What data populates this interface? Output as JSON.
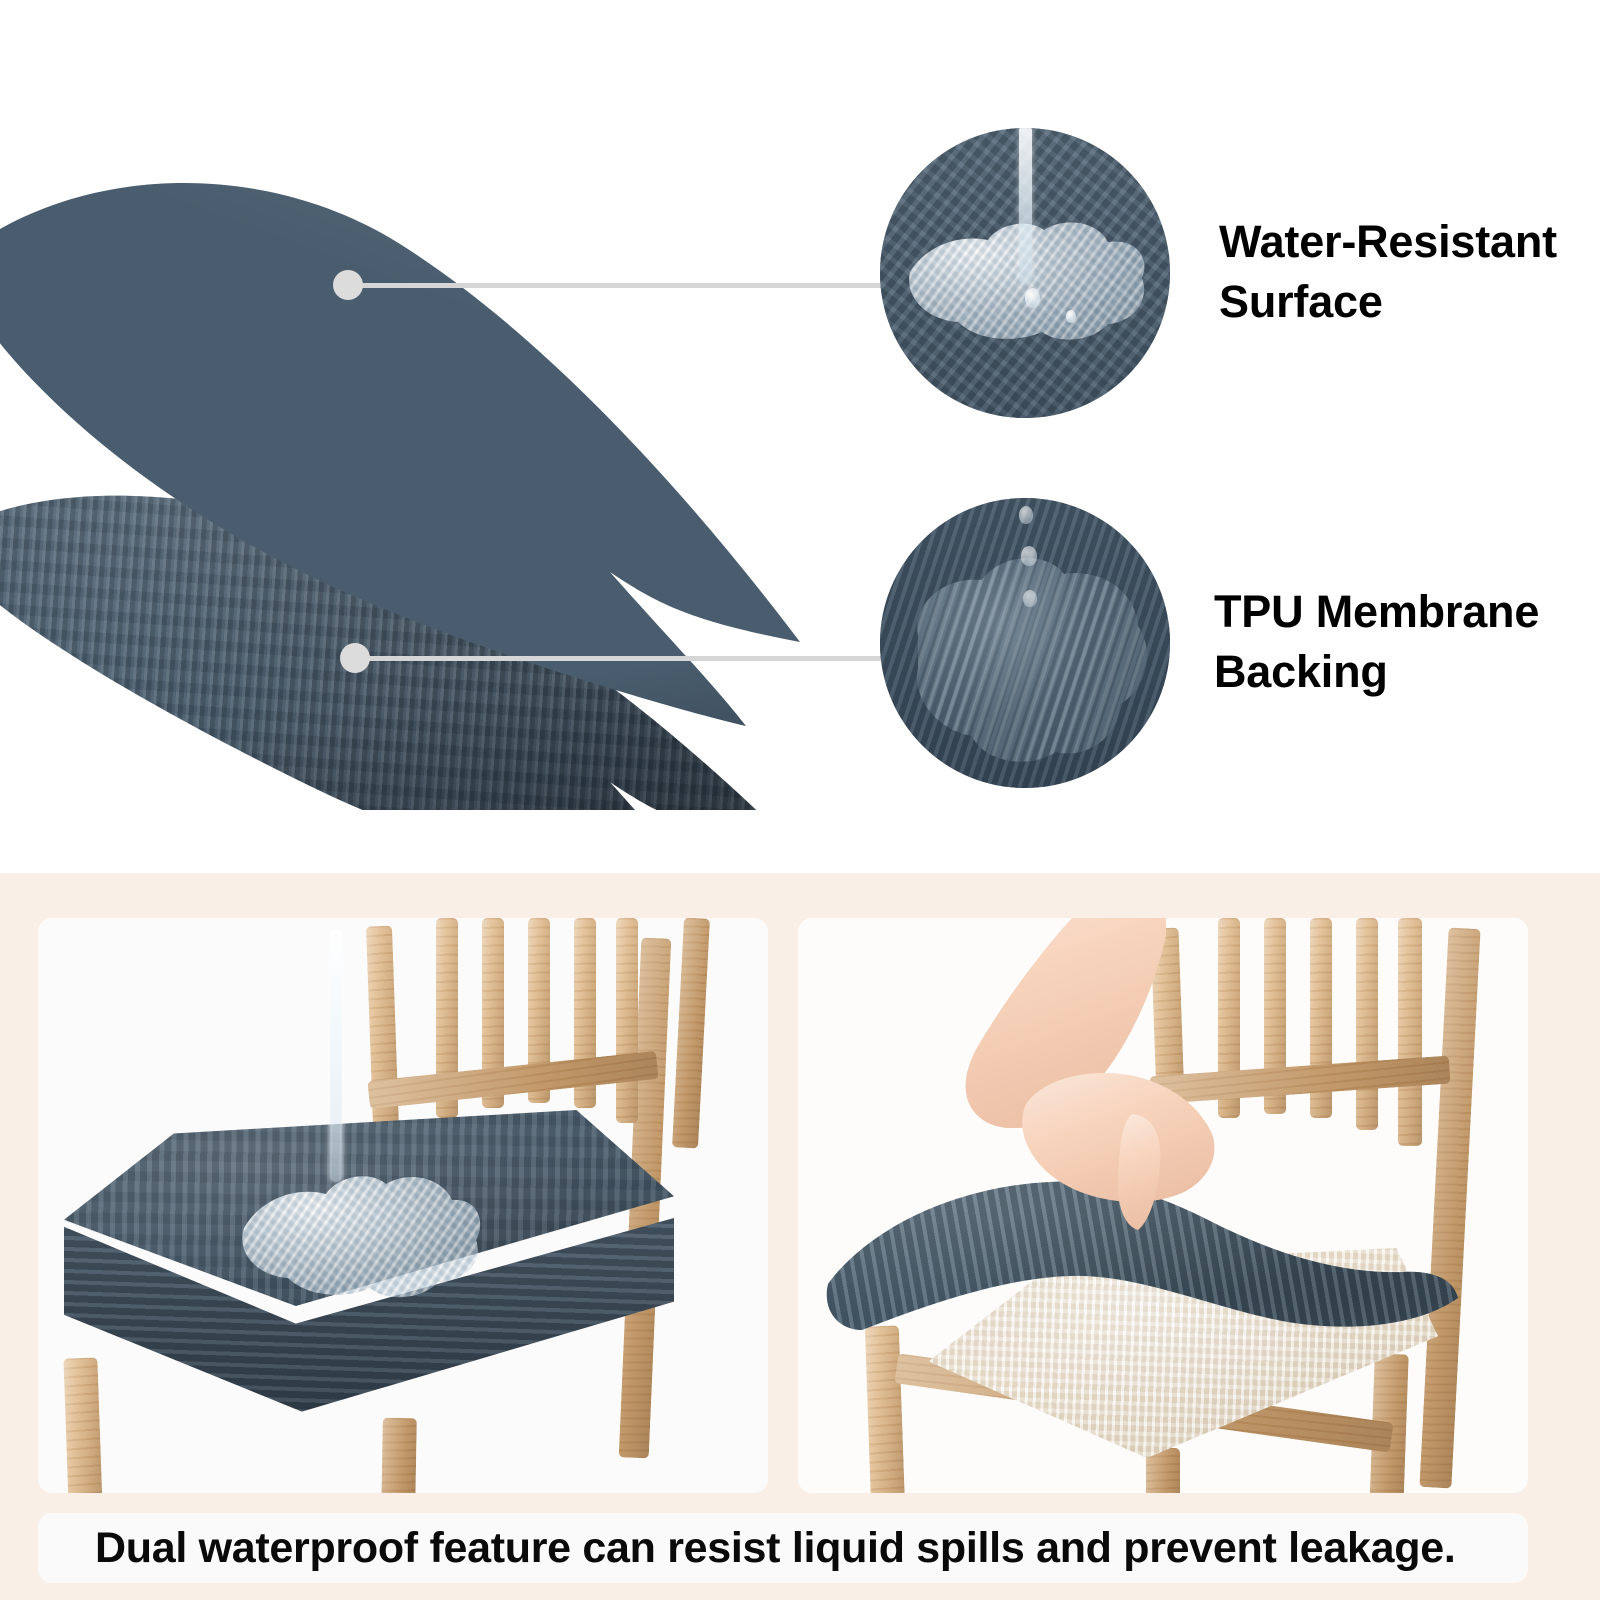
{
  "meta": {
    "kind": "product-feature-infographic",
    "product": "waterproof stretch dining chair seat cover",
    "colorway": "slate blue"
  },
  "colors": {
    "fabric_slate_blue": "#495d6e",
    "fabric_light_slate": "#4d6173",
    "fabric_dark_slate": "#3f5263",
    "cream_band": "#f9efe6",
    "card_white": "#fbfafa",
    "callout_gray": "#d6d6d6",
    "callout_dot": "#dcdcdc",
    "wood_light": "#dfb98a",
    "cushion_cream": "#eee4d3",
    "skin": "#f4cdb4",
    "text_black": "#000000",
    "water_highlight": "#ffffff"
  },
  "top": {
    "swatch": {
      "name": "fabric-swatch-cutaway",
      "layers": [
        {
          "id": "surface-layer",
          "label": "Water-Resistant Surface",
          "texture": "waffle-jacquard-diagonal"
        },
        {
          "id": "backing-layer",
          "label": "TPU Membrane Backing",
          "texture": "fine-vertical-rib"
        }
      ]
    },
    "callouts": [
      {
        "id": "callout-water-resistant",
        "label": "Water-Resistant\nSurface",
        "label_line_1": "Water-Resistant",
        "label_line_2": "Surface",
        "inset_icon": "water-beading-on-fabric-icon",
        "inset_description": "water stream pouring onto fabric and beading up on the surface"
      },
      {
        "id": "callout-tpu-membrane",
        "label": "TPU Membrane\nBacking",
        "label_line_1": "TPU Membrane",
        "label_line_2": "Backing",
        "inset_icon": "water-film-on-membrane-icon",
        "inset_description": "water pooling as a sealed film on the dark TPU membrane backing"
      }
    ]
  },
  "bottom": {
    "photos": [
      {
        "id": "photo-water-poured",
        "alt": "Water poured onto a slate blue covered chair seat beads up on the surface",
        "subject": "covered dining chair seat with water stream and puddle"
      },
      {
        "id": "photo-cover-lifted",
        "alt": "A hand lifts the slate blue cover to reveal the dry cream cushion underneath",
        "subject": "hand peeling back the seat cover over a dry cream cushion"
      }
    ],
    "caption": "Dual waterproof feature can resist liquid spills and prevent leakage."
  }
}
